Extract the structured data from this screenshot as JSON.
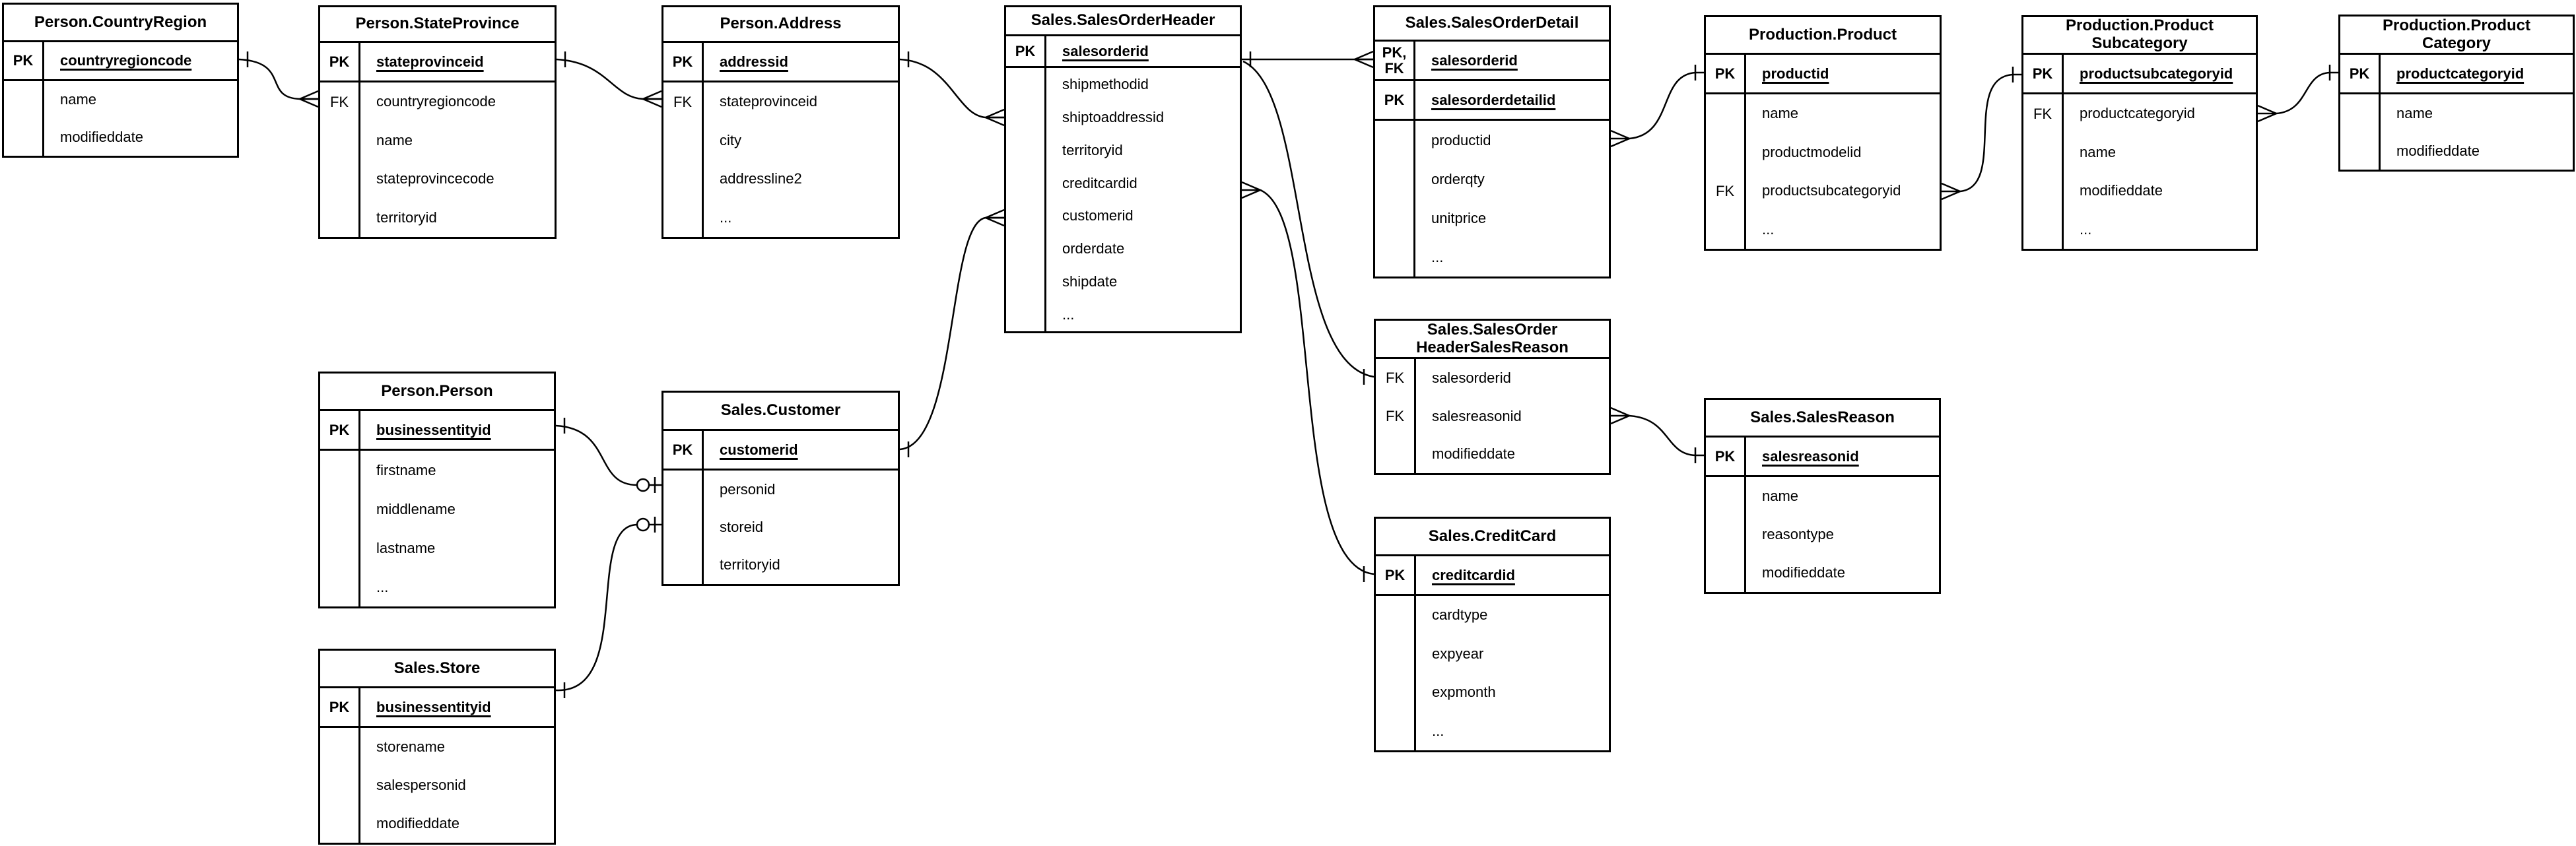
{
  "diagram": {
    "colors": {
      "line": "#000000",
      "background": "#ffffff"
    },
    "tables": [
      {
        "id": "country-region",
        "title": "Person.CountryRegion",
        "rows": [
          {
            "key": "PK",
            "name": "countryregioncode",
            "key_row": true
          },
          {
            "key": "",
            "name": "name",
            "key_row": false
          },
          {
            "key": "",
            "name": "modifieddate",
            "key_row": false
          }
        ]
      },
      {
        "id": "state-province",
        "title": "Person.StateProvince",
        "rows": [
          {
            "key": "PK",
            "name": "stateprovinceid",
            "key_row": true
          },
          {
            "key": "FK",
            "name": "countryregioncode",
            "key_row": false
          },
          {
            "key": "",
            "name": "name",
            "key_row": false
          },
          {
            "key": "",
            "name": "stateprovincecode",
            "key_row": false
          },
          {
            "key": "",
            "name": "territoryid",
            "key_row": false
          }
        ]
      },
      {
        "id": "address",
        "title": "Person.Address",
        "rows": [
          {
            "key": "PK",
            "name": "addressid",
            "key_row": true
          },
          {
            "key": "FK",
            "name": "stateprovinceid",
            "key_row": false
          },
          {
            "key": "",
            "name": "city",
            "key_row": false
          },
          {
            "key": "",
            "name": "addressline2",
            "key_row": false
          },
          {
            "key": "",
            "name": "...",
            "key_row": false
          }
        ]
      },
      {
        "id": "sales-order-header",
        "title": "Sales.SalesOrderHeader",
        "rows": [
          {
            "key": "PK",
            "name": "salesorderid",
            "key_row": true
          },
          {
            "key": "",
            "name": "shipmethodid",
            "key_row": false
          },
          {
            "key": "",
            "name": "shiptoaddressid",
            "key_row": false
          },
          {
            "key": "",
            "name": "territoryid",
            "key_row": false
          },
          {
            "key": "",
            "name": "creditcardid",
            "key_row": false
          },
          {
            "key": "",
            "name": "customerid",
            "key_row": false
          },
          {
            "key": "",
            "name": "orderdate",
            "key_row": false
          },
          {
            "key": "",
            "name": "shipdate",
            "key_row": false
          },
          {
            "key": "",
            "name": "...",
            "key_row": false
          }
        ]
      },
      {
        "id": "sales-order-detail",
        "title": "Sales.SalesOrderDetail",
        "rows": [
          {
            "key": "PK,\nFK",
            "name": "salesorderid",
            "key_row": true
          },
          {
            "key": "PK",
            "name": "salesorderdetailid",
            "key_row": true
          },
          {
            "key": "",
            "name": "productid",
            "key_row": false
          },
          {
            "key": "",
            "name": "orderqty",
            "key_row": false
          },
          {
            "key": "",
            "name": "unitprice",
            "key_row": false
          },
          {
            "key": "",
            "name": "...",
            "key_row": false
          }
        ]
      },
      {
        "id": "product",
        "title": "Production.Product",
        "rows": [
          {
            "key": "PK",
            "name": "productid",
            "key_row": true
          },
          {
            "key": "",
            "name": "name",
            "key_row": false
          },
          {
            "key": "",
            "name": "productmodelid",
            "key_row": false
          },
          {
            "key": "FK",
            "name": "productsubcategoryid",
            "key_row": false
          },
          {
            "key": "",
            "name": "...",
            "key_row": false
          }
        ]
      },
      {
        "id": "product-subcategory",
        "title": "Production.Product\nSubcategory",
        "rows": [
          {
            "key": "PK",
            "name": "productsubcategoryid",
            "key_row": true
          },
          {
            "key": "FK",
            "name": "productcategoryid",
            "key_row": false
          },
          {
            "key": "",
            "name": "name",
            "key_row": false
          },
          {
            "key": "",
            "name": "modifieddate",
            "key_row": false
          },
          {
            "key": "",
            "name": "...",
            "key_row": false
          }
        ]
      },
      {
        "id": "product-category",
        "title": "Production.Product\nCategory",
        "rows": [
          {
            "key": "PK",
            "name": "productcategoryid",
            "key_row": true
          },
          {
            "key": "",
            "name": "name",
            "key_row": false
          },
          {
            "key": "",
            "name": "modifieddate",
            "key_row": false
          }
        ]
      },
      {
        "id": "person",
        "title": "Person.Person",
        "rows": [
          {
            "key": "PK",
            "name": "businessentityid",
            "key_row": true
          },
          {
            "key": "",
            "name": "firstname",
            "key_row": false
          },
          {
            "key": "",
            "name": "middlename",
            "key_row": false
          },
          {
            "key": "",
            "name": "lastname",
            "key_row": false
          },
          {
            "key": "",
            "name": "...",
            "key_row": false
          }
        ]
      },
      {
        "id": "customer",
        "title": "Sales.Customer",
        "rows": [
          {
            "key": "PK",
            "name": "customerid",
            "key_row": true
          },
          {
            "key": "",
            "name": "personid",
            "key_row": false
          },
          {
            "key": "",
            "name": "storeid",
            "key_row": false
          },
          {
            "key": "",
            "name": "territoryid",
            "key_row": false
          }
        ]
      },
      {
        "id": "store",
        "title": "Sales.Store",
        "rows": [
          {
            "key": "PK",
            "name": "businessentityid",
            "key_row": true
          },
          {
            "key": "",
            "name": "storename",
            "key_row": false
          },
          {
            "key": "",
            "name": "salespersonid",
            "key_row": false
          },
          {
            "key": "",
            "name": "modifieddate",
            "key_row": false
          }
        ]
      },
      {
        "id": "sohsr",
        "title": "Sales.SalesOrder\nHeaderSalesReason",
        "rows": [
          {
            "key": "FK",
            "name": "salesorderid",
            "key_row": false
          },
          {
            "key": "FK",
            "name": "salesreasonid",
            "key_row": false
          },
          {
            "key": "",
            "name": "modifieddate",
            "key_row": false
          }
        ]
      },
      {
        "id": "sales-reason",
        "title": "Sales.SalesReason",
        "rows": [
          {
            "key": "PK",
            "name": "salesreasonid",
            "key_row": true
          },
          {
            "key": "",
            "name": "name",
            "key_row": false
          },
          {
            "key": "",
            "name": "reasontype",
            "key_row": false
          },
          {
            "key": "",
            "name": "modifieddate",
            "key_row": false
          }
        ]
      },
      {
        "id": "credit-card",
        "title": "Sales.CreditCard",
        "rows": [
          {
            "key": "PK",
            "name": "creditcardid",
            "key_row": true
          },
          {
            "key": "",
            "name": "cardtype",
            "key_row": false
          },
          {
            "key": "",
            "name": "expyear",
            "key_row": false
          },
          {
            "key": "",
            "name": "expmonth",
            "key_row": false
          },
          {
            "key": "",
            "name": "...",
            "key_row": false
          }
        ]
      }
    ],
    "relationships": [
      {
        "id": "countryregion-stateprovince",
        "from": "Person.CountryRegion",
        "from_field": "countryregioncode",
        "to": "Person.StateProvince",
        "to_field": "countryregioncode",
        "from_marker": "one",
        "to_marker": "many"
      },
      {
        "id": "stateprovince-address",
        "from": "Person.StateProvince",
        "from_field": "stateprovinceid",
        "to": "Person.Address",
        "to_field": "stateprovinceid",
        "from_marker": "one",
        "to_marker": "many"
      },
      {
        "id": "address-salesorderheader",
        "from": "Person.Address",
        "from_field": "addressid",
        "to": "Sales.SalesOrderHeader",
        "to_field": "shiptoaddressid",
        "from_marker": "one",
        "to_marker": "many"
      },
      {
        "id": "customer-salesorderheader",
        "from": "Sales.Customer",
        "from_field": "customerid",
        "to": "Sales.SalesOrderHeader",
        "to_field": "customerid",
        "from_marker": "one",
        "to_marker": "many"
      },
      {
        "id": "person-customer",
        "from": "Person.Person",
        "from_field": "businessentityid",
        "to": "Sales.Customer",
        "to_field": "personid",
        "from_marker": "one",
        "to_marker": "zero-or-one"
      },
      {
        "id": "store-customer",
        "from": "Sales.Store",
        "from_field": "businessentityid",
        "to": "Sales.Customer",
        "to_field": "storeid",
        "from_marker": "one",
        "to_marker": "zero-or-one"
      },
      {
        "id": "salesorderheader-salesorderdetail",
        "from": "Sales.SalesOrderHeader",
        "from_field": "salesorderid",
        "to": "Sales.SalesOrderDetail",
        "to_field": "salesorderid",
        "from_marker": "one",
        "to_marker": "many"
      },
      {
        "id": "salesorderheader-sohsr",
        "from": "Sales.SalesOrderHeader",
        "from_field": "salesorderid",
        "to": "Sales.SalesOrderHeaderSalesReason",
        "to_field": "salesorderid",
        "from_marker": "one",
        "to_marker": "one"
      },
      {
        "id": "salesorderheader-creditcard",
        "from": "Sales.SalesOrderHeader",
        "from_field": "creditcardid",
        "to": "Sales.CreditCard",
        "to_field": "creditcardid",
        "from_marker": "many",
        "to_marker": "one"
      },
      {
        "id": "salesorderdetail-product",
        "from": "Sales.SalesOrderDetail",
        "from_field": "productid",
        "to": "Production.Product",
        "to_field": "productid",
        "from_marker": "many",
        "to_marker": "one"
      },
      {
        "id": "product-productsubcategory",
        "from": "Production.Product",
        "from_field": "productsubcategoryid",
        "to": "Production.ProductSubcategory",
        "to_field": "productsubcategoryid",
        "from_marker": "many",
        "to_marker": "one"
      },
      {
        "id": "productsubcategory-productcategory",
        "from": "Production.ProductSubcategory",
        "from_field": "productcategoryid",
        "to": "Production.ProductCategory",
        "to_field": "productcategoryid",
        "from_marker": "many",
        "to_marker": "one"
      },
      {
        "id": "sohsr-salesreason",
        "from": "Sales.SalesOrderHeaderSalesReason",
        "from_field": "salesreasonid",
        "to": "Sales.SalesReason",
        "to_field": "salesreasonid",
        "from_marker": "many",
        "to_marker": "one"
      }
    ]
  }
}
